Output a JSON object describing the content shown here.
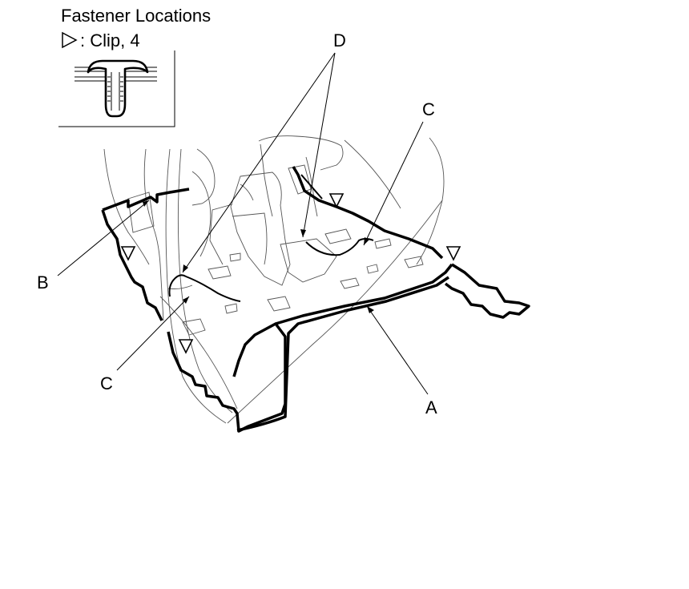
{
  "legend": {
    "title": "Fastener Locations",
    "clip_text": ": Clip, 4"
  },
  "callouts": {
    "A": "A",
    "B": "B",
    "C_upper": "C",
    "C_lower": "C",
    "D": "D"
  },
  "icons": {
    "clip_marker": "hollow-triangle-icon",
    "clip_detail": "push-clip-icon"
  }
}
